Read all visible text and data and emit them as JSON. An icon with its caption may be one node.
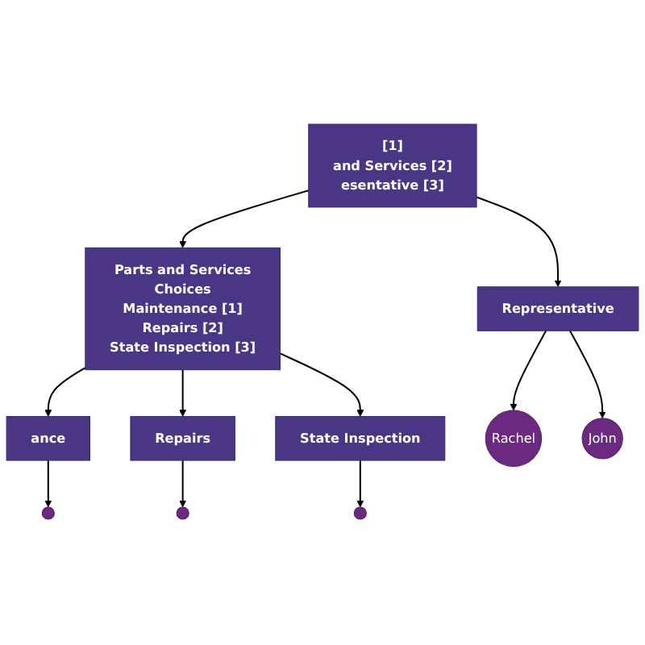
{
  "diagram": {
    "nodes": [
      {
        "text": [
          "[1]",
          "and Services [2]",
          "esentative [3]"
        ]
      },
      {
        "text": [
          "Parts and Services",
          "Choices",
          "Maintenance [1]",
          "Repairs [2]",
          "State Inspection [3]"
        ]
      },
      {
        "text": [
          "Representative"
        ]
      },
      {
        "text": [
          "ance"
        ]
      },
      {
        "text": [
          "Repairs"
        ]
      },
      {
        "text": [
          "State Inspection"
        ]
      },
      {
        "text": [
          "Rachel"
        ]
      },
      {
        "text": [
          "John"
        ]
      },
      {
        "text": [],
        "shape": "circle"
      },
      {
        "text": [],
        "shape": "circle"
      },
      {
        "text": [],
        "shape": "circle"
      }
    ],
    "edges": [
      {
        "from": 0,
        "to": 1,
        "arrow": "to"
      },
      {
        "from": 0,
        "to": 2,
        "arrow": "to"
      },
      {
        "from": 1,
        "to": 3,
        "arrow": "to"
      },
      {
        "from": 1,
        "to": 4,
        "arrow": "to"
      },
      {
        "from": 1,
        "to": 5,
        "arrow": "to"
      },
      {
        "from": 2,
        "to": 6,
        "arrow": "to"
      },
      {
        "from": 2,
        "to": 7,
        "arrow": "to"
      },
      {
        "from": 3,
        "to": 8,
        "arrow": "to"
      },
      {
        "from": 4,
        "to": 9,
        "arrow": "to"
      },
      {
        "from": 5,
        "to": 10,
        "arrow": "to"
      }
    ]
  }
}
